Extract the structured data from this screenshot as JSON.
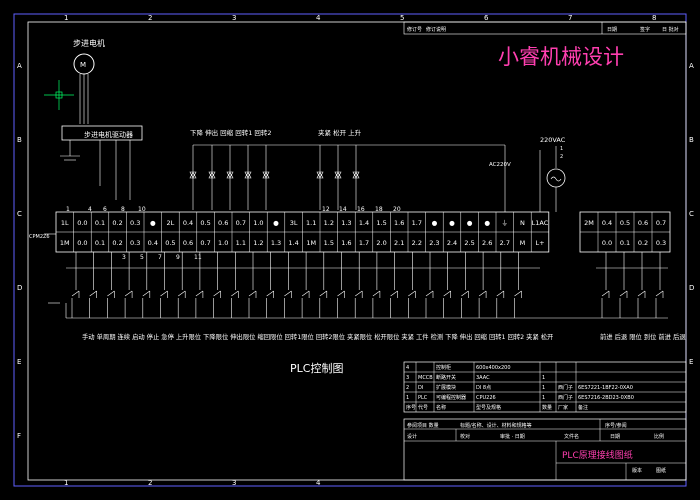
{
  "watermark": "小睿机械设计",
  "border": {
    "columns": [
      "1",
      "2",
      "3",
      "4",
      "5",
      "6",
      "7",
      "8"
    ],
    "rows": [
      "A",
      "B",
      "C",
      "D",
      "E",
      "F"
    ]
  },
  "revision_block": {
    "left": [
      "修订号",
      "修订说明"
    ],
    "right": [
      "日期",
      "签字",
      "日 批对"
    ]
  },
  "motor": {
    "label": "步进电机",
    "symbol": "M"
  },
  "driver": {
    "label": "步进电机驱动器"
  },
  "left_marker": "CPM2Z6",
  "top_output_labels": "下降 伸出  回缩  回转1 回转2",
  "top_output_labels2": "夹紧 松开  上升",
  "power": {
    "label": "220VAC",
    "n1": "1",
    "n2": "2"
  },
  "acdc": "AC220V",
  "output_row1": [
    "1L",
    "0.0",
    "0.1",
    "0.2",
    "0.3",
    "●",
    "2L",
    "0.4",
    "0.5",
    "0.6",
    "0.7",
    "1.0",
    "●",
    "3L",
    "1.1",
    "1.2",
    "1.3",
    "1.4",
    "1.5",
    "1.6",
    "1.7",
    "●",
    "●",
    "●",
    "●",
    "⏚",
    "N",
    "L1AC"
  ],
  "output_row2": [
    "1M",
    "0.0",
    "0.1",
    "0.2",
    "0.3",
    "0.4",
    "0.5",
    "0.6",
    "0.7",
    "1.0",
    "1.1",
    "1.2",
    "1.3",
    "1.4",
    "1M",
    "1.5",
    "1.6",
    "1.7",
    "2.0",
    "2.1",
    "2.2",
    "2.3",
    "2.4",
    "2.5",
    "2.6",
    "2.7",
    "M",
    "L+"
  ],
  "terminal_numbers_top": [
    "1",
    "4",
    "6",
    "8",
    "10",
    "12",
    "14",
    "16",
    "18",
    "20"
  ],
  "terminal_numbers_bottom": [
    "3",
    "5",
    "7",
    "9",
    "11"
  ],
  "ext_row1": [
    "2M",
    "0.4",
    "0.5",
    "0.6",
    "0.7"
  ],
  "ext_row2": [
    "0.0",
    "0.1",
    "0.2",
    "0.3"
  ],
  "input_labels": "手动 单周期 连续  启动  停止  急停 上升限位 下降限位 伸出限位 缩回限位 回转1限位 回转2限位 夹紧限位 松开限位 夹紧 工件 检测   下降  伸出   回缩  回转1 回转2 夹紧 松开",
  "input_labels_right": "前进 后退 限位 到位 前进 后退",
  "diagram_title": "PLC控制图",
  "bom": {
    "rows": [
      [
        "4",
        "",
        "控制柜",
        "600x400x200",
        "",
        "",
        ""
      ],
      [
        "3",
        "MCCB",
        "断路开关",
        "3AAC",
        "1",
        "",
        ""
      ],
      [
        "2",
        "DI",
        "扩展模块",
        "DI 8点",
        "1",
        "西门子",
        "6ES7221-1BF22-0XA0"
      ],
      [
        "1",
        "PLC",
        "可编程控制器",
        "CPU226",
        "1",
        "西门子",
        "6ES7216-2BD23-0XB0"
      ]
    ],
    "header": [
      "序号",
      "代号",
      "名称",
      "型号及规格",
      "数量",
      "厂家",
      "备注"
    ]
  },
  "title_block": {
    "row1": [
      "参阅项目 数量",
      "标题/名称、设计、材料和规格等",
      "序号/参阅"
    ],
    "row2": [
      "设计",
      "校对",
      "审批 · 日期",
      "文件名",
      "日期",
      "比例"
    ],
    "drawing_name": "PLC原理接线图纸",
    "row3": [
      "版本",
      "图纸"
    ]
  }
}
